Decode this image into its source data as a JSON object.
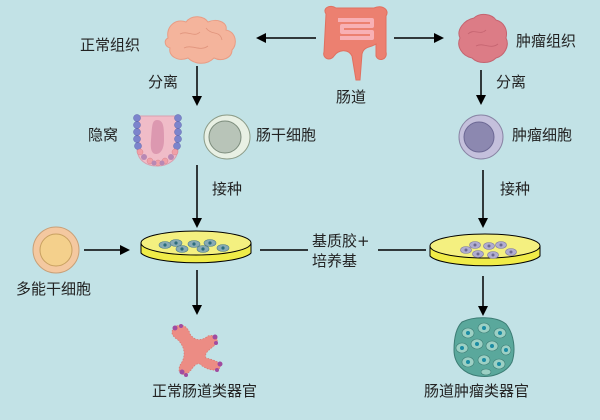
{
  "labels": {
    "normal_tissue": "正常组织",
    "intestine": "肠道",
    "tumor_tissue": "肿瘤组织",
    "separate_left": "分离",
    "separate_right": "分离",
    "crypt": "隐窝",
    "intestinal_stem_cell": "肠干细胞",
    "tumor_cell": "肿瘤细胞",
    "inoculate_left": "接种",
    "inoculate_right": "接种",
    "pluripotent_stem_cell": "多能干细胞",
    "matrigel_line1": "基质胶+",
    "matrigel_line2": "培养基",
    "normal_organoid": "正常肠道类器官",
    "tumor_organoid": "肠道肿瘤类器官"
  },
  "colors": {
    "background": "#c2e2e6",
    "normal_tissue": "#f4b49c",
    "intestine": "#ec8070",
    "tumor_tissue": "#dc7c86",
    "dish_yellow": "#f0ec48",
    "stem_cell_fill": "#b8c4b8",
    "tumor_cell_fill": "#8c88b0",
    "pluripotent_fill": "#f4d08c",
    "organoid_normal": "#ec8c84",
    "organoid_tumor": "#5aa89c"
  }
}
